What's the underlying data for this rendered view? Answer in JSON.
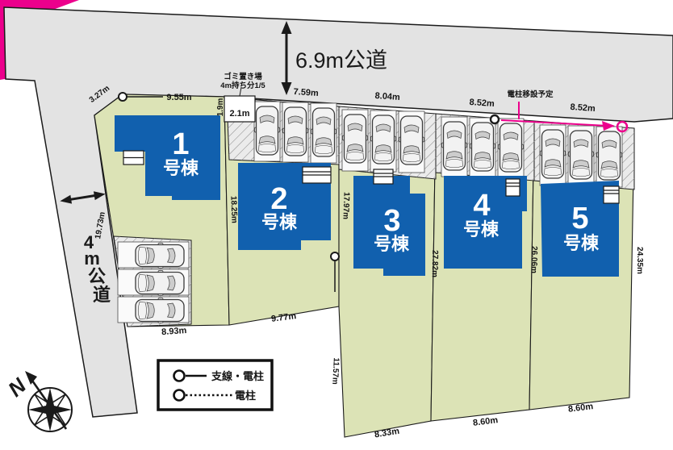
{
  "colors": {
    "parcel_green": "#dce3b6",
    "building_blue": "#1160ae",
    "accent_pink": "#ec008c",
    "road_gray": "#e3e3e3"
  },
  "roads": {
    "top_label": "6.9m公道",
    "left_chars": [
      "4",
      "m",
      "公",
      "道"
    ]
  },
  "buildings": [
    {
      "number": "1",
      "suffix": "号棟"
    },
    {
      "number": "2",
      "suffix": "号棟"
    },
    {
      "number": "3",
      "suffix": "号棟"
    },
    {
      "number": "4",
      "suffix": "号棟"
    },
    {
      "number": "5",
      "suffix": "号棟"
    }
  ],
  "dimensions": {
    "lot1_corner": "3.27m",
    "lot1_top": "9.55m",
    "gap_width": "1.9m",
    "garbage_width": "2.1m",
    "lot2_top": "7.59m",
    "lot3_top": "8.04m",
    "lot4_top": "8.52m",
    "lot5_top": "8.52m",
    "road_left_length": "19.73m",
    "lot12_boundary": "18.25m",
    "lot23_boundary": "17.97m",
    "lot34_boundary": "27.82m",
    "lot45_boundary": "26.06m",
    "east_boundary": "24.35m",
    "lot3_west_lower": "11.57m",
    "lot1_bottom": "8.93m",
    "lot2_bottom": "9.77m",
    "lot3_bottom": "8.33m",
    "lot4_bottom": "8.60m",
    "lot5_bottom": "8.60m"
  },
  "annotations": {
    "garbage_line1": "ゴミ置き場",
    "garbage_line2": "4m持ち分1/5",
    "pole_relocation": "電柱移設予定"
  },
  "legend": {
    "items": [
      {
        "label": "支線・電柱"
      },
      {
        "label": "電柱"
      }
    ]
  },
  "compass": {
    "north": "N"
  }
}
